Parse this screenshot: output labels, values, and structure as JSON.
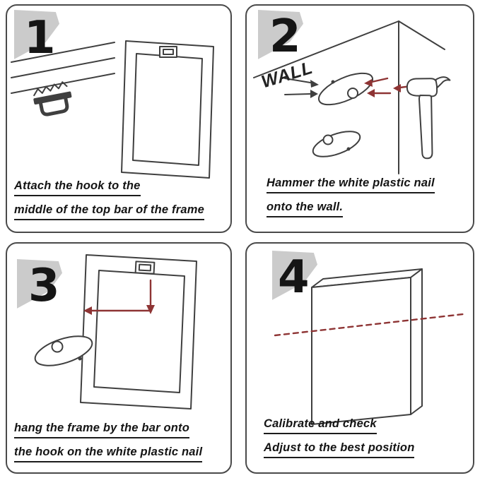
{
  "colors": {
    "line_dark": "#3f3f3f",
    "arrow_red": "#8e3434",
    "accent_gray": "#cbcbcb",
    "panel_border": "#4a4a4a",
    "text": "#141414"
  },
  "panels": [
    {
      "number": "1",
      "caption_line1": "Attach the hook to the",
      "caption_line2": "middle of the top bar of the frame"
    },
    {
      "number": "2",
      "wall_label": "WALL",
      "caption_line1": "Hammer the white plastic nail",
      "caption_line2": "onto the wall."
    },
    {
      "number": "3",
      "caption_line1": "hang the frame by the bar onto",
      "caption_line2": "the hook on the white plastic nail"
    },
    {
      "number": "4",
      "caption_line1": "Calibrate and check",
      "caption_line2": "Adjust to the best position"
    }
  ]
}
